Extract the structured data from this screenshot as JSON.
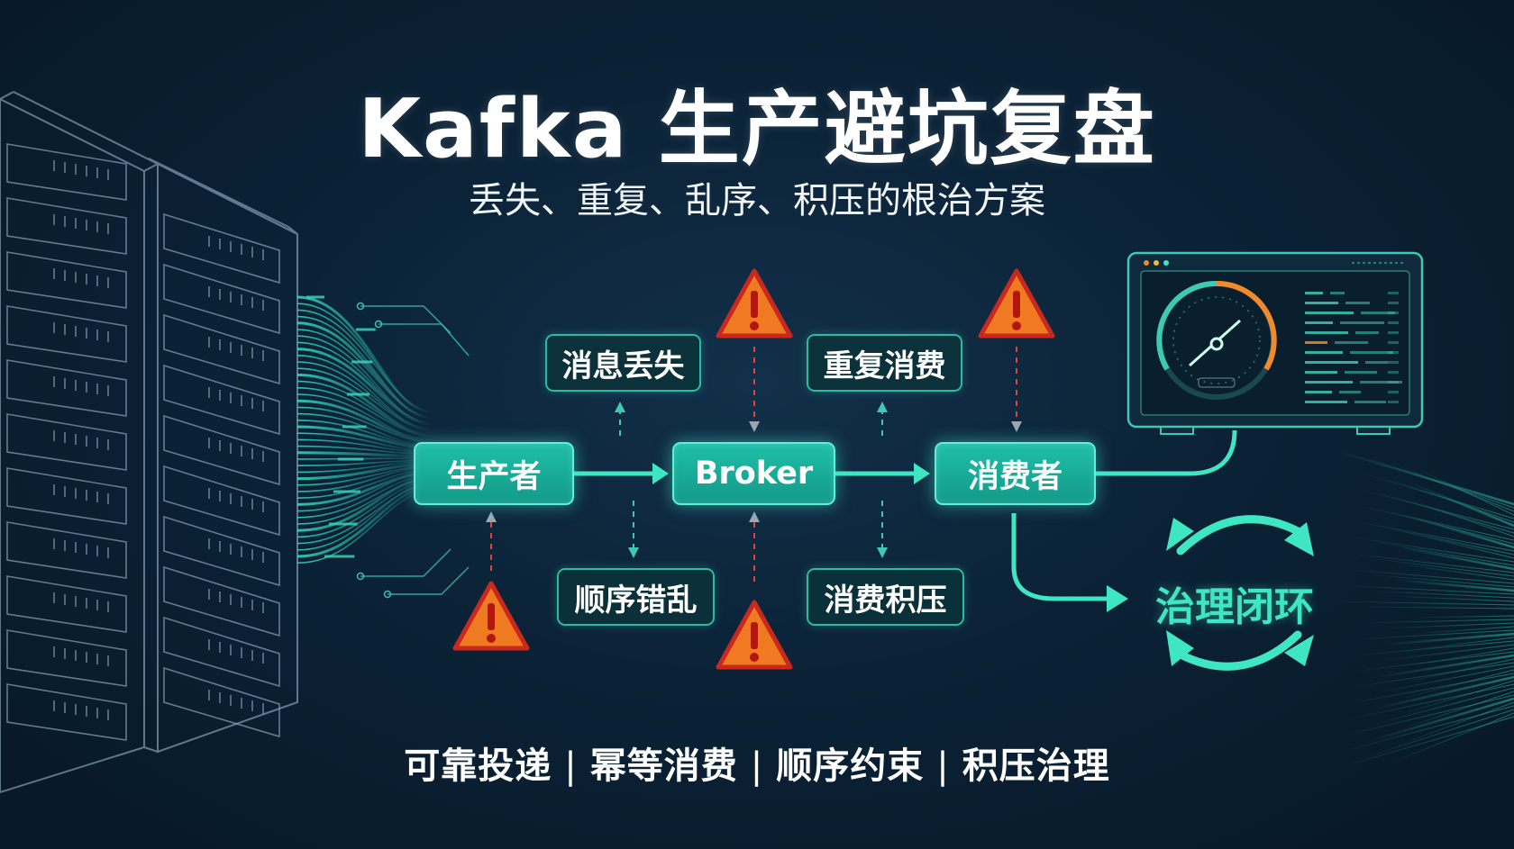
{
  "title": "Kafka 生产避坑复盘",
  "subtitle": "丢失、重复、乱序、积压的根治方案",
  "flow": {
    "producer": "生产者",
    "broker": "Broker",
    "consumer": "消费者"
  },
  "issues": {
    "loss": "消息丢失",
    "duplicate": "重复消费",
    "disorder": "顺序错乱",
    "backlog": "消费积压"
  },
  "loop": "治理闭环",
  "bottom": [
    "可靠投递",
    "幂等消费",
    "顺序约束",
    "积压治理"
  ],
  "colors": {
    "accent": "#3fe6c4",
    "node": "#1fbfa8",
    "warning": "#f07a22",
    "warning_border": "#c8281e",
    "gauge_orange": "#f08a2a"
  },
  "icons": [
    "server-rack-icon",
    "warning-icon",
    "monitor-dashboard-icon",
    "gauge-icon",
    "cycle-arrows-icon"
  ]
}
